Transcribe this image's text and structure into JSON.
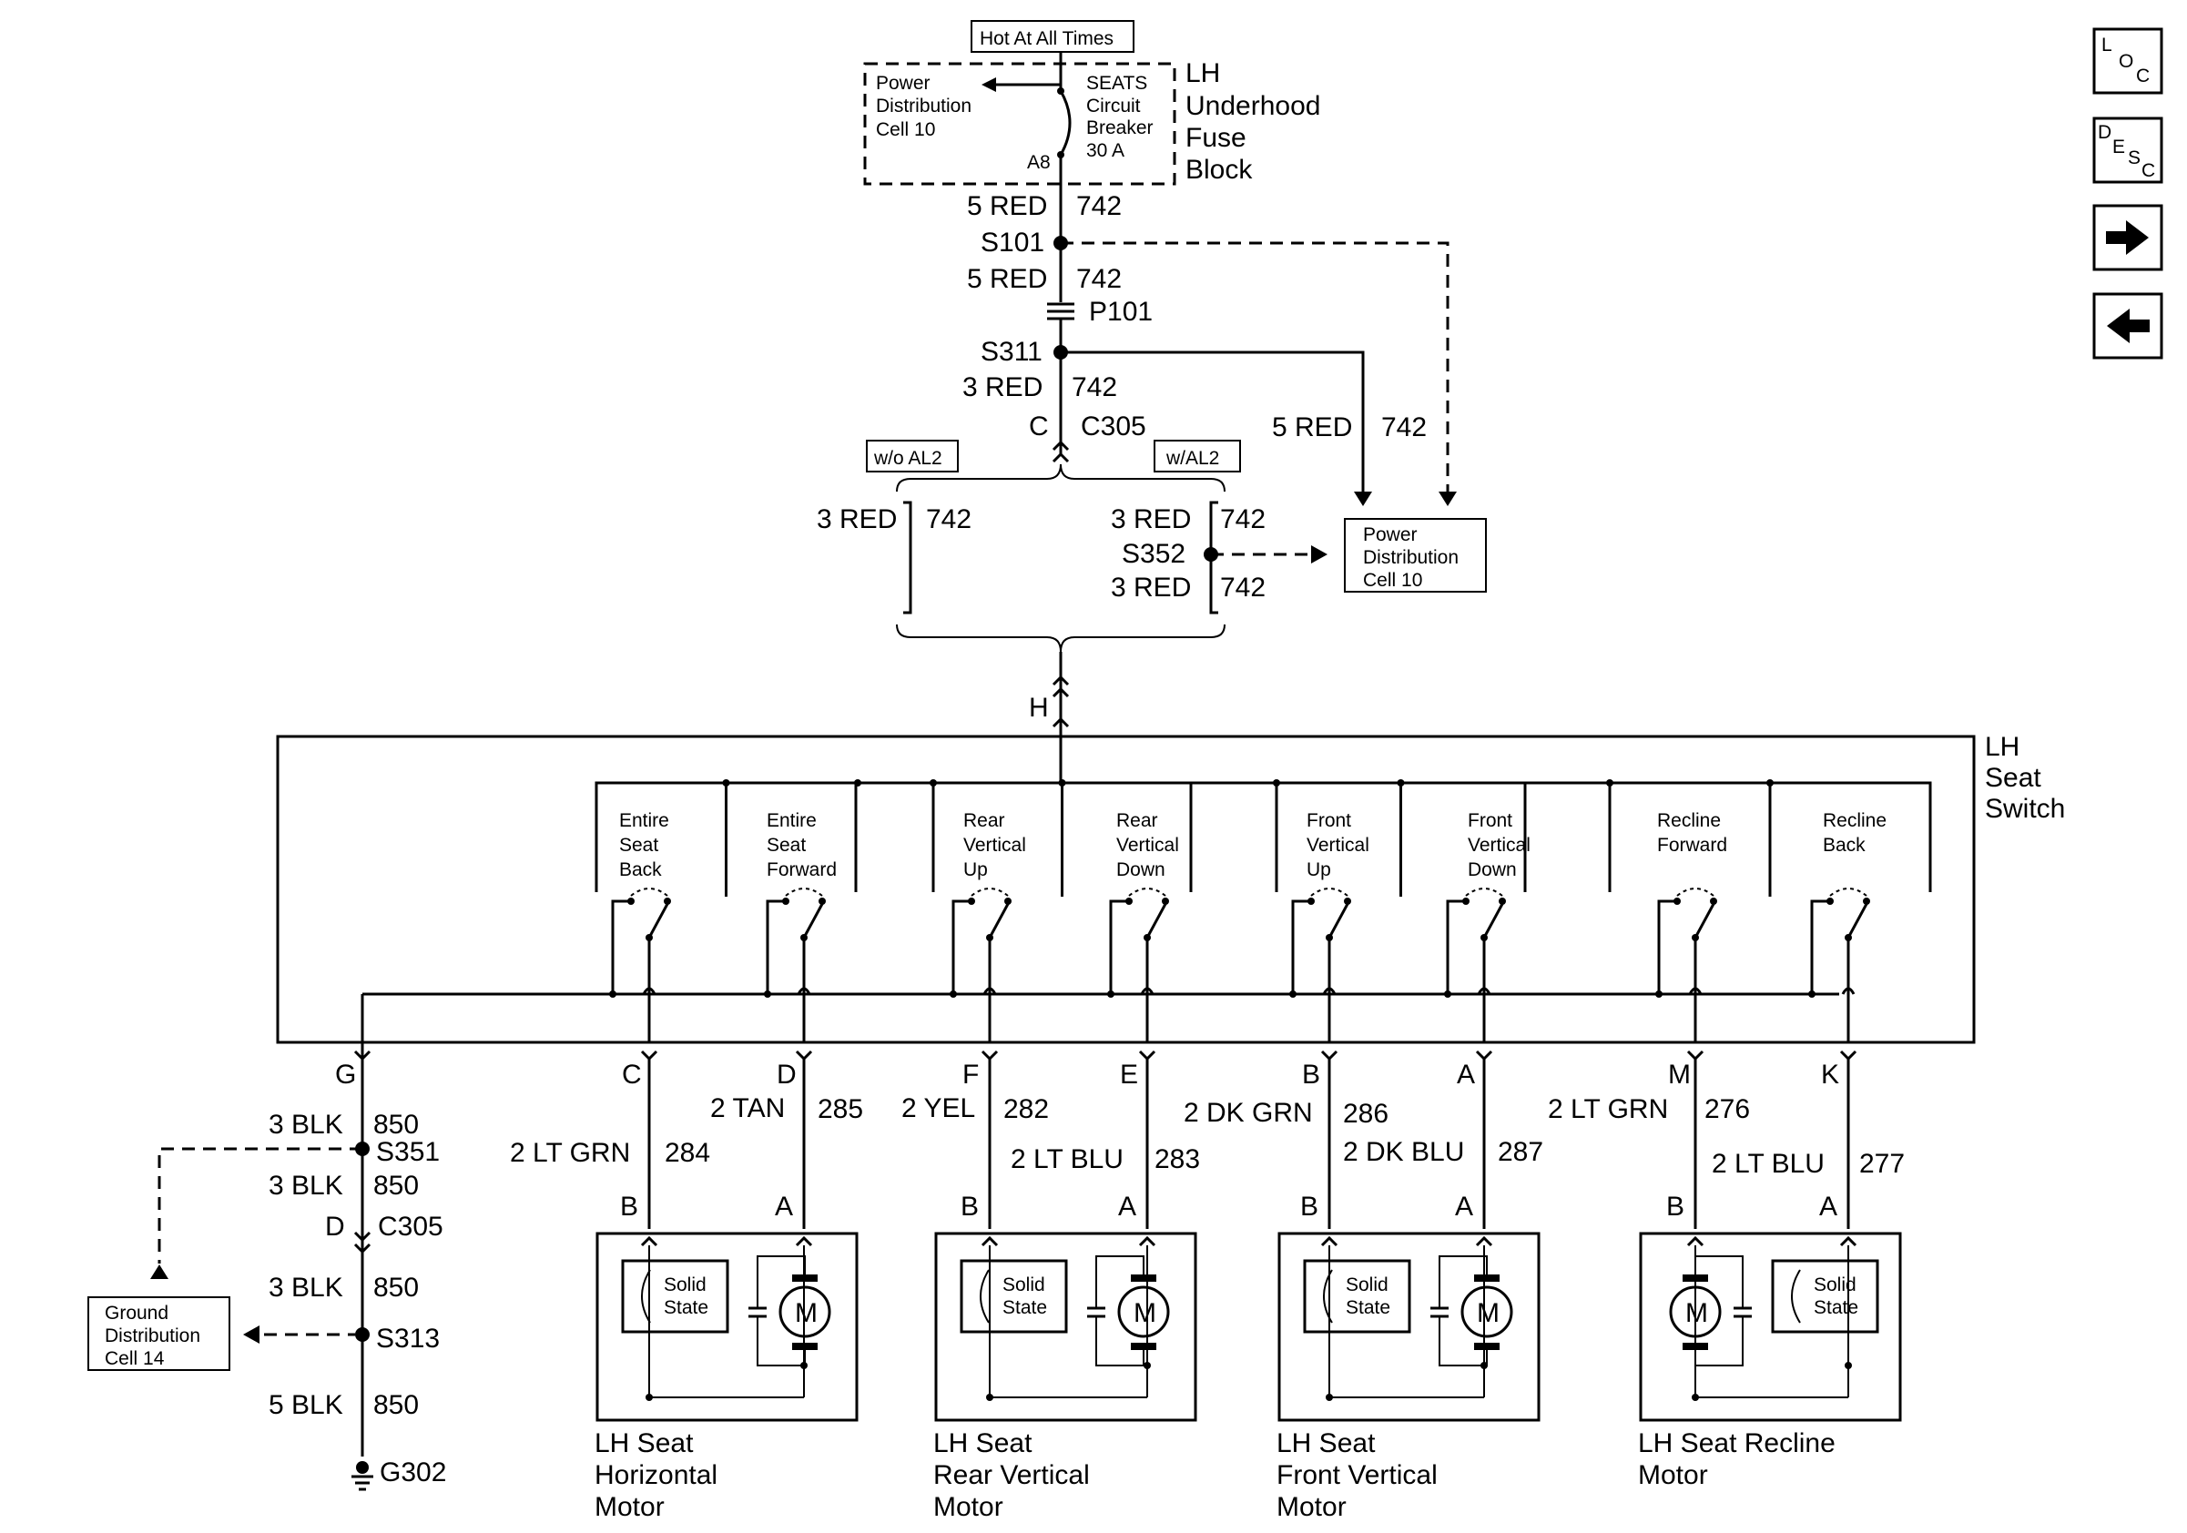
{
  "nav": {
    "loc": {
      "l1": "L",
      "l2": "O",
      "l3": "C"
    },
    "desc": {
      "l1": "D",
      "l2": "E",
      "l3": "S",
      "l4": "C"
    }
  },
  "top": {
    "hot_label": "Hot At All Times",
    "pd_cell": {
      "l1": "Power",
      "l2": "Distribution",
      "l3": "Cell 10"
    },
    "breaker": {
      "l1": "SEATS",
      "l2": "Circuit",
      "l3": "Breaker",
      "l4": "30 A"
    },
    "a8": "A8",
    "fuse_block": {
      "l1": "LH",
      "l2": "Underhood",
      "l3": "Fuse",
      "l4": "Block"
    }
  },
  "feed": {
    "w1": "5 RED",
    "w1n": "742",
    "s101": "S101",
    "w2": "5 RED",
    "w2n": "742",
    "p101": "P101",
    "s311": "S311",
    "w3": "3 RED",
    "w3n": "742",
    "c": "C",
    "c305": "C305",
    "right_w": "5 RED",
    "right_n": "742",
    "wo_al2": "w/o AL2",
    "w_al2": "w/AL2",
    "left_w": "3 RED",
    "left_n": "742",
    "r1_w": "3 RED",
    "r1_n": "742",
    "s352": "S352",
    "r2_w": "3 RED",
    "r2_n": "742",
    "pd_cell2": {
      "l1": "Power",
      "l2": "Distribution",
      "l3": "Cell 10"
    },
    "h": "H"
  },
  "switch": {
    "title": {
      "l1": "LH",
      "l2": "Seat",
      "l3": "Switch"
    },
    "sections": [
      {
        "l1": "Entire",
        "l2": "Seat",
        "l3": "Back"
      },
      {
        "l1": "Entire",
        "l2": "Seat",
        "l3": "Forward"
      },
      {
        "l1": "Rear",
        "l2": "Vertical",
        "l3": "Up"
      },
      {
        "l1": "Rear",
        "l2": "Vertical",
        "l3": "Down"
      },
      {
        "l1": "Front",
        "l2": "Vertical",
        "l3": "Up"
      },
      {
        "l1": "Front",
        "l2": "Vertical",
        "l3": "Down"
      },
      {
        "l1": "Recline",
        "l2": "Forward",
        "l3": ""
      },
      {
        "l1": "Recline",
        "l2": "Back",
        "l3": ""
      }
    ]
  },
  "pins": [
    "G",
    "C",
    "D",
    "F",
    "E",
    "B",
    "A",
    "M",
    "K"
  ],
  "wires": [
    {
      "w": "2 LT GRN",
      "n": "284"
    },
    {
      "w": "2 TAN",
      "n": "285"
    },
    {
      "w": "2 YEL",
      "n": "282"
    },
    {
      "w": "2 LT BLU",
      "n": "283"
    },
    {
      "w": "2 DK GRN",
      "n": "286"
    },
    {
      "w": "2 DK BLU",
      "n": "287"
    },
    {
      "w": "2 LT GRN",
      "n": "276"
    },
    {
      "w": "2 LT BLU",
      "n": "277"
    }
  ],
  "ground": {
    "w1": "3 BLK",
    "n1": "850",
    "s351": "S351",
    "w2": "3 BLK",
    "n2": "850",
    "d": "D",
    "c305": "C305",
    "w3": "3 BLK",
    "n3": "850",
    "s313": "S313",
    "w4": "5 BLK",
    "n4": "850",
    "g302": "G302",
    "gd_cell": {
      "l1": "Ground",
      "l2": "Distribution",
      "l3": "Cell 14"
    }
  },
  "motors": [
    {
      "b": "B",
      "a": "A",
      "ss1": "Solid",
      "ss2": "State",
      "m": "M",
      "l1": "LH Seat",
      "l2": "Horizontal",
      "l3": "Motor"
    },
    {
      "b": "B",
      "a": "A",
      "ss1": "Solid",
      "ss2": "State",
      "m": "M",
      "l1": "LH Seat",
      "l2": "Rear Vertical",
      "l3": "Motor"
    },
    {
      "b": "B",
      "a": "A",
      "ss1": "Solid",
      "ss2": "State",
      "m": "M",
      "l1": "LH Seat",
      "l2": "Front Vertical",
      "l3": "Motor"
    },
    {
      "b": "B",
      "a": "A",
      "ss1": "Solid",
      "ss2": "State",
      "m": "M",
      "l1": "LH Seat Recline",
      "l2": "Motor",
      "l3": ""
    }
  ]
}
